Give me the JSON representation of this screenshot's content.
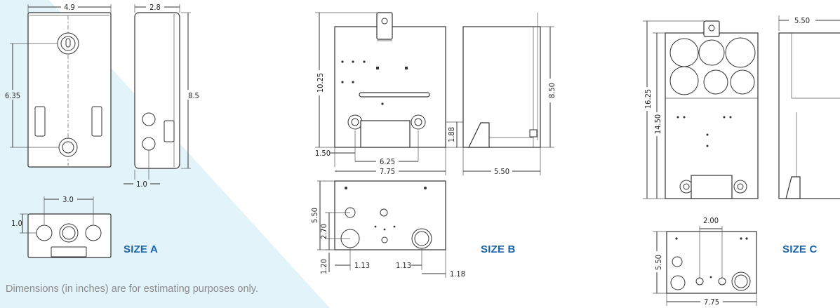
{
  "footnote": "Dimensions (in inches) are for estimating purposes only.",
  "colors": {
    "accent": "#1a63a8",
    "background_wedge": "#e3f3fa",
    "line": "#333333",
    "footnote": "#8a8a8a"
  },
  "size_a": {
    "label": "SIZE A",
    "front": {
      "width": "4.9",
      "height_to_bottom_hole": "6.35"
    },
    "side": {
      "depth": "2.8",
      "height": "8.5",
      "knockout_offset": "1.0"
    },
    "bottom": {
      "spacing": "3.0",
      "offset": "1.0"
    }
  },
  "size_b": {
    "label": "SIZE B",
    "front": {
      "height": "10.25",
      "lower_offset": "1.88",
      "left_offset": "1.50",
      "mount_spacing": "6.25",
      "width": "7.75"
    },
    "side": {
      "height": "8.50",
      "depth": "5.50"
    },
    "bottom": {
      "depth": "5.50",
      "hole_offset": "2.70",
      "bottom_offset": "1.20",
      "left_hole_offset": "1.13",
      "right_hole_offset": "1.13",
      "right_edge_offset": "1.18"
    }
  },
  "size_c": {
    "label": "SIZE C",
    "front": {
      "height": "16.25",
      "inner_height": "14.50"
    },
    "side": {
      "depth": "5.50"
    },
    "bottom": {
      "hole_spacing": "2.00",
      "depth": "5.50",
      "width": "7.75"
    }
  }
}
